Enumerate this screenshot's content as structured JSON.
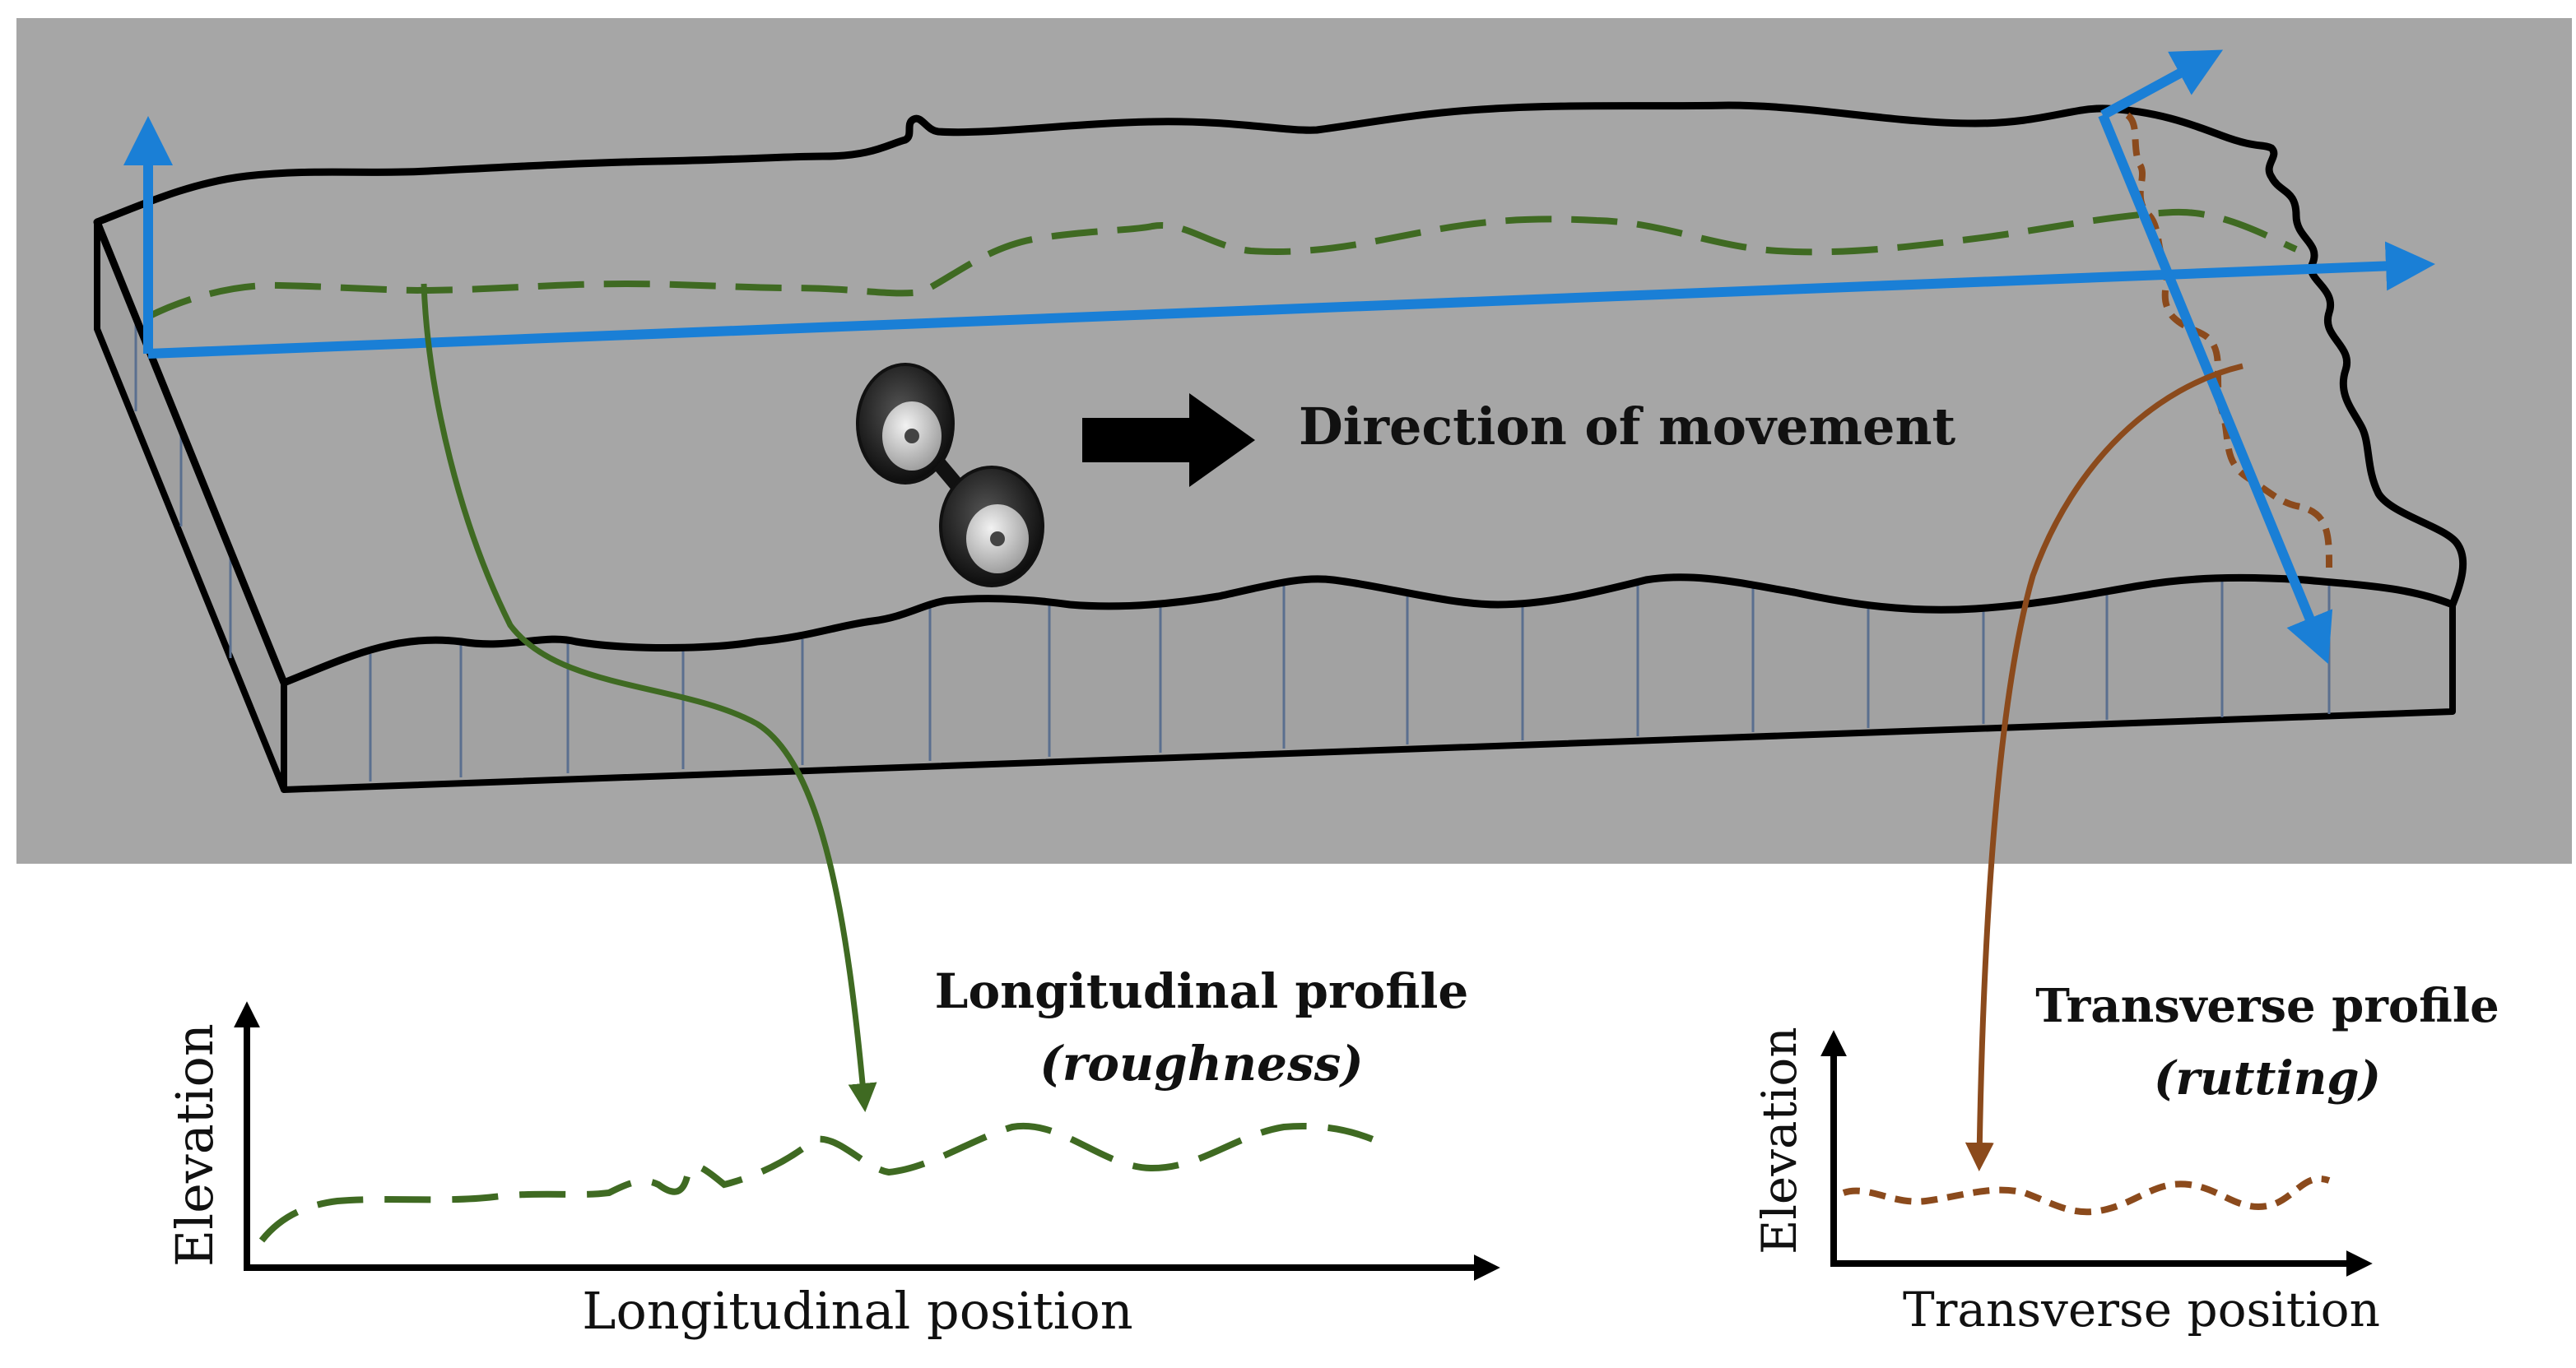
{
  "labels": {
    "direction": "Direction of movement",
    "longitudinal_title": "Longitudinal profile",
    "longitudinal_subtitle": "(roughness)",
    "transverse_title": "Transverse profile",
    "transverse_subtitle": "(rutting)",
    "long_y_axis": "Elevation",
    "long_x_axis": "Longitudinal position",
    "trans_y_axis": "Elevation",
    "trans_x_axis": "Transverse position"
  },
  "colors": {
    "background_panel": "#a6a6a6",
    "outline": "#000000",
    "axis_arrow": "#1a7fd6",
    "longitudinal_profile": "#3f6a22",
    "transverse_profile": "#8b4a1c",
    "slab_ticks": "#5a6f8f"
  },
  "icons": {
    "vehicle": "wheel-axle-icon",
    "direction_arrow": "arrow-right-icon"
  }
}
